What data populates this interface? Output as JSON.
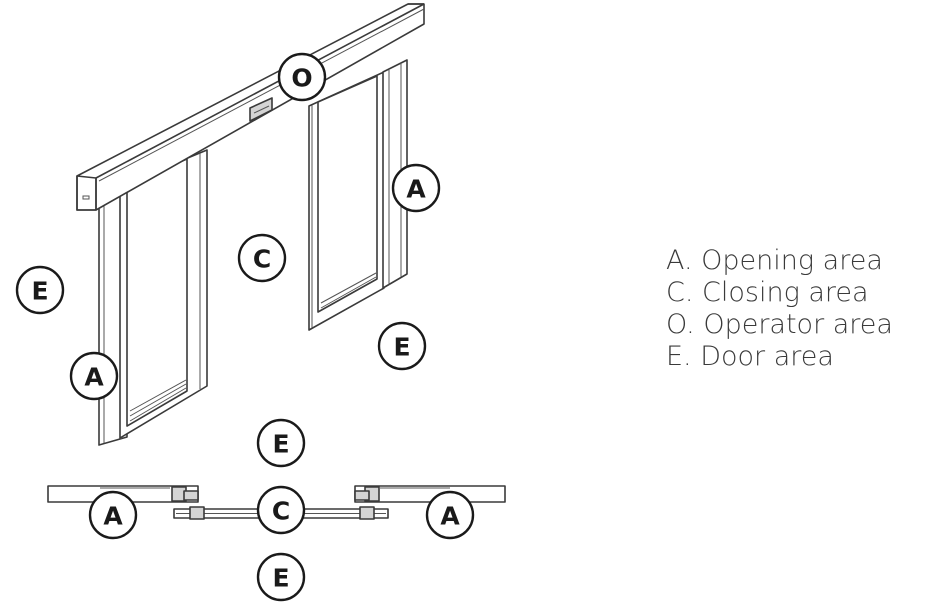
{
  "diagram": {
    "callouts": {
      "operator": "O",
      "opening_right": "A",
      "closing": "C",
      "door_left": "E",
      "door_right": "E",
      "opening_left": "A",
      "plan_door_top": "E",
      "plan_closing": "C",
      "plan_opening_left": "A",
      "plan_opening_right": "A",
      "plan_door_bottom": "E"
    }
  },
  "legend": {
    "items": [
      "A. Opening area",
      "C. Closing area",
      "O. Operator area",
      "E. Door area"
    ]
  },
  "colors": {
    "line": "#3a3a3a",
    "callout_stroke": "#1a1a1a",
    "background": "#ffffff"
  }
}
